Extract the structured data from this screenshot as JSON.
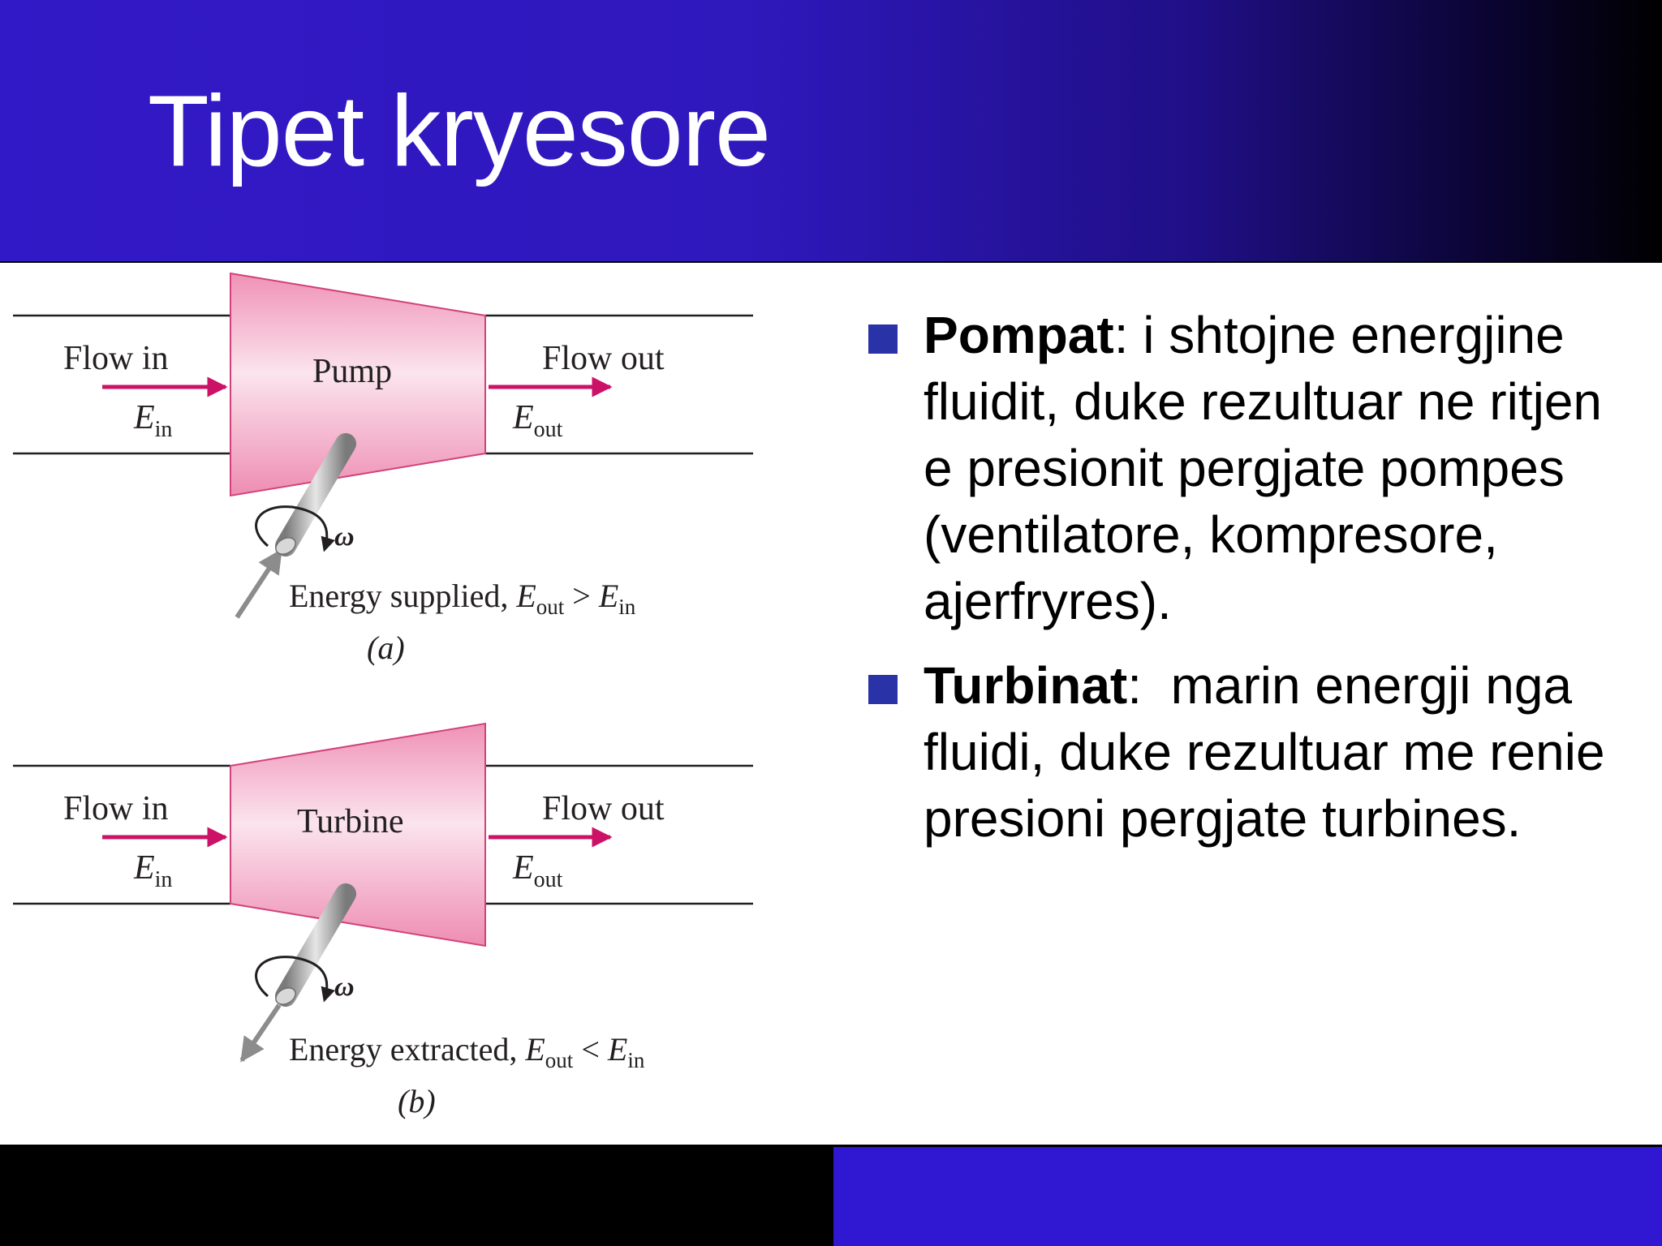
{
  "slide": {
    "title": "Tipet kryesore"
  },
  "diagram": {
    "pump": {
      "device_label": "Pump",
      "flow_in_label": "Flow in",
      "flow_out_label": "Flow out",
      "e_symbol": "E",
      "in_subscript": "in",
      "out_subscript": "out",
      "omega": "ω",
      "caption_prefix": "Energy supplied, ",
      "relation": ">",
      "panel_label": "(a)"
    },
    "turbine": {
      "device_label": "Turbine",
      "flow_in_label": "Flow in",
      "flow_out_label": "Flow out",
      "e_symbol": "E",
      "in_subscript": "in",
      "out_subscript": "out",
      "omega": "ω",
      "caption_prefix": "Energy extracted, ",
      "relation": "<",
      "panel_label": "(b)"
    },
    "colors": {
      "body_fill_top": "#ef8fb3",
      "body_fill_light": "#fbe3ec",
      "body_stroke": "#d2417a",
      "arrow": "#cc1266",
      "shaft": "#9a9a9a"
    }
  },
  "bullets": [
    {
      "term": "Pompat",
      "text": ": i shtojne energjine fluidit, duke rezultuar ne ritjen e presionit pergjate pompes (ventilatore, kompresore, ajerfryres)."
    },
    {
      "term": "Turbinat",
      "text": ":  marin energji nga fluidi, duke rezultuar me renie presioni pergjate turbines."
    }
  ],
  "colors": {
    "header_blue": "#3219c7",
    "bullet_square": "#2932a6",
    "footer_blue": "#3018d2"
  }
}
